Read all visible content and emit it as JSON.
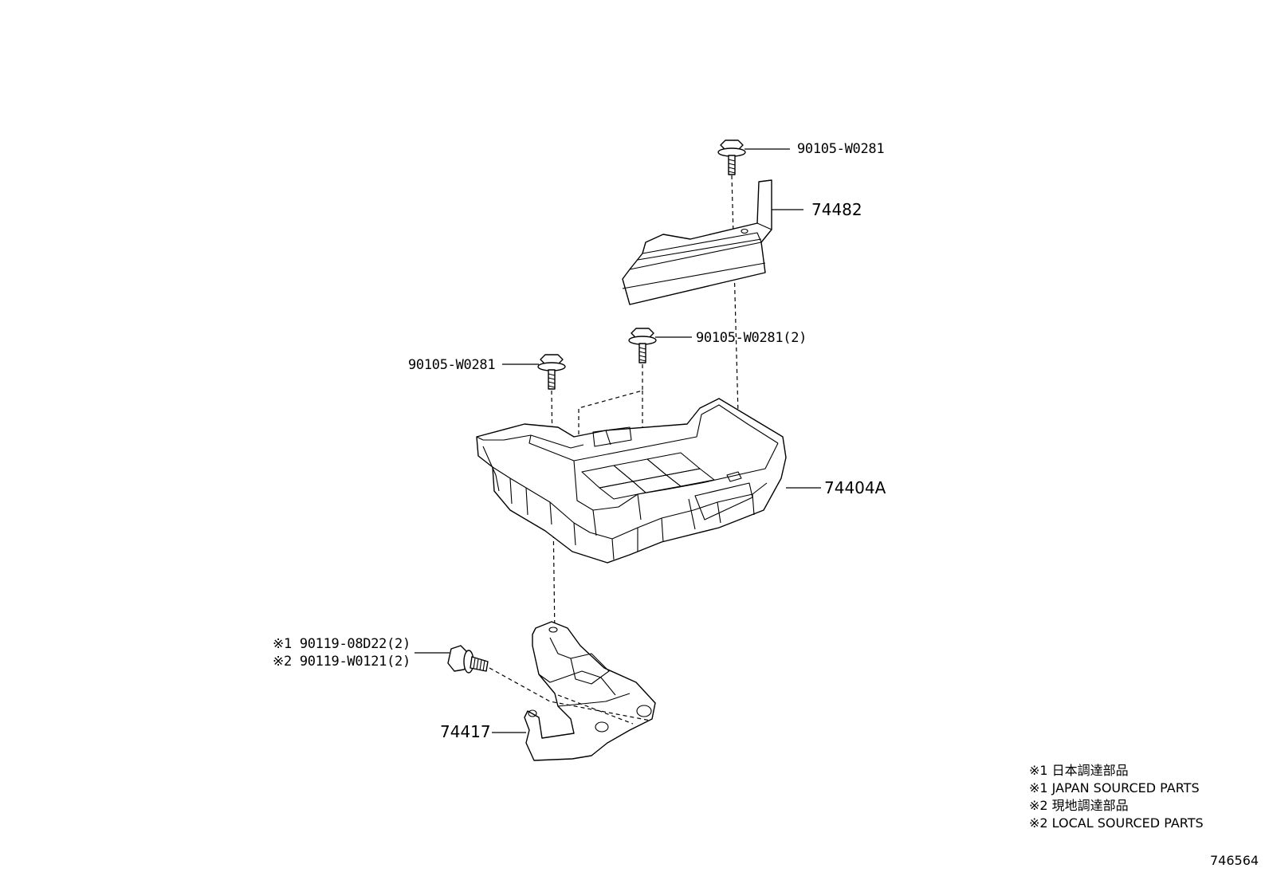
{
  "labels": {
    "bolt_top": "90105-W0281",
    "plate_74482": "74482",
    "bolt_mid_right": "90105-W0281(2)",
    "bolt_mid_left": "90105-W0281",
    "tray_74404a": "74404A",
    "bolt_bracket_1": "※1 90119-08D22(2)",
    "bolt_bracket_2": "※2 90119-W0121(2)",
    "bracket_74417": "74417"
  },
  "notes": [
    "※1 日本調達部品",
    "※1 JAPAN SOURCED PARTS",
    "※2 現地調達部品",
    "※2 LOCAL SOURCED PARTS"
  ],
  "illustration_id": "746564",
  "colors": {
    "line": "#000000",
    "background": "#ffffff"
  }
}
